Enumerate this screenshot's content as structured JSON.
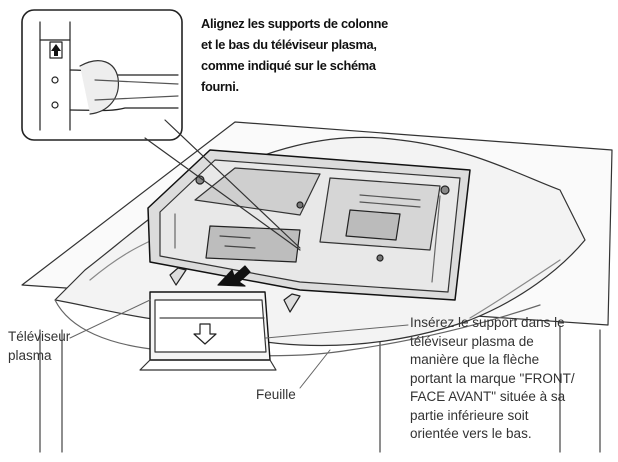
{
  "callout": {
    "lines": [
      "Alignez les supports de colonne",
      "et le bas du téléviseur plasma,",
      "comme indiqué sur le schéma",
      "fourni."
    ]
  },
  "labels": {
    "tv": [
      "Téléviseur",
      "plasma"
    ],
    "sheet": "Feuille",
    "insert": [
      "Insérez le support dans le",
      "téléviseur plasma de",
      "manière que la flèche",
      "portant la marque \"FRONT/",
      "FACE AVANT\" située à sa",
      "partie inférieure soit",
      "orientée vers le bas."
    ]
  },
  "icons": {
    "arrow_up": "arrow-up-icon",
    "arrow_down": "arrow-down-icon",
    "insert_arrow": "insert-direction-arrow-icon"
  }
}
